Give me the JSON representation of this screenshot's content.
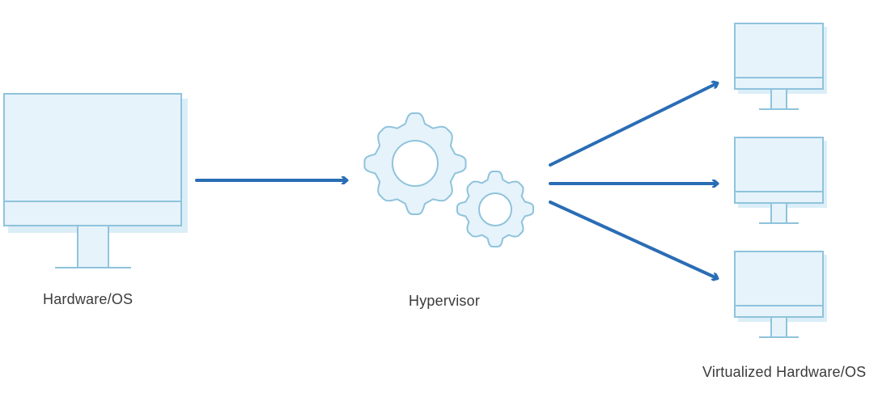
{
  "labels": {
    "hardware": "Hardware/OS",
    "hypervisor": "Hypervisor",
    "virtualized": "Virtualized Hardware/OS"
  },
  "colors": {
    "outline": "#8fc3dc",
    "fill": "#e6f3fb",
    "shadow": "#dbeef8",
    "arrow": "#2a6db5",
    "text": "#3b3b3b"
  },
  "icons": {
    "host": "monitor-icon",
    "hypervisor": "gears-icon",
    "virtual": "monitor-icon"
  }
}
